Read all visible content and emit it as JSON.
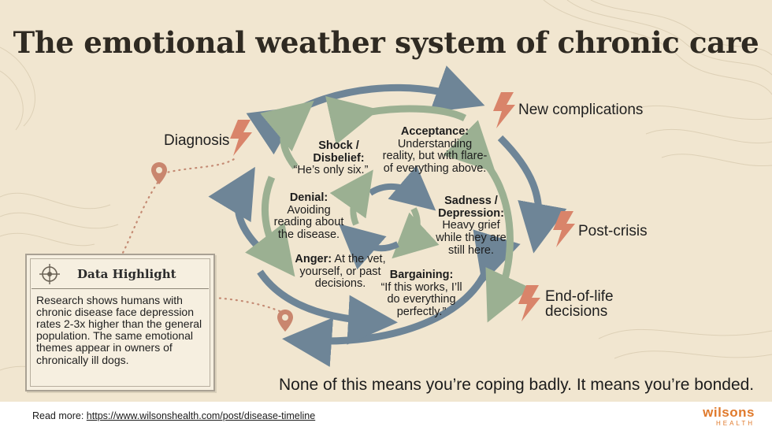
{
  "title": "The emotional weather system of chronic care",
  "events": {
    "diagnosis": "Diagnosis",
    "new_complications": "New complications",
    "post_crisis": "Post-crisis",
    "end_of_life_line1": "End-of-life",
    "end_of_life_line2": "decisions"
  },
  "stages": {
    "shock": {
      "label_line1": "Shock /",
      "label_line2": "Disbelief:",
      "text": "“He’s only six.”"
    },
    "acceptance": {
      "label": "Acceptance:",
      "line1": "Understanding",
      "line2": "reality, but with flare-",
      "line3": "of everything above."
    },
    "denial": {
      "label": "Denial:",
      "line1": "Avoiding",
      "line2": "reading about",
      "line3": "the disease."
    },
    "sadness": {
      "label_line1": "Sadness /",
      "label_line2": "Depression:",
      "line1": "Heavy grief",
      "line2": "while they are",
      "line3": "still here."
    },
    "anger": {
      "label": "Anger:",
      "line1": "At the vet,",
      "line2": "yourself, or past",
      "line3": "decisions."
    },
    "bargaining": {
      "label": "Bargaining:",
      "line1": "“If this works, I’ll",
      "line2": "do everything",
      "line3": "perfectly.”"
    }
  },
  "highlight": {
    "title": "Data Highlight",
    "body": "Research shows humans with chronic disease face depression rates 2-3x higher than the general population. The same emotional themes appear in owners of chronically ill dogs."
  },
  "tagline": "None of this means you’re coping badly. It means you’re bonded.",
  "footer": {
    "read_more_label": "Read more:",
    "link": "https://www.wilsonshealth.com/post/disease-timeline",
    "brand_name": "wilsons",
    "brand_sub": "HEALTH"
  },
  "colors": {
    "background": "#f1e6d0",
    "blue_arrow": "#6e8597",
    "green_arrow": "#9bb092",
    "bolt": "#d9846a",
    "brand": "#e07a2c"
  }
}
